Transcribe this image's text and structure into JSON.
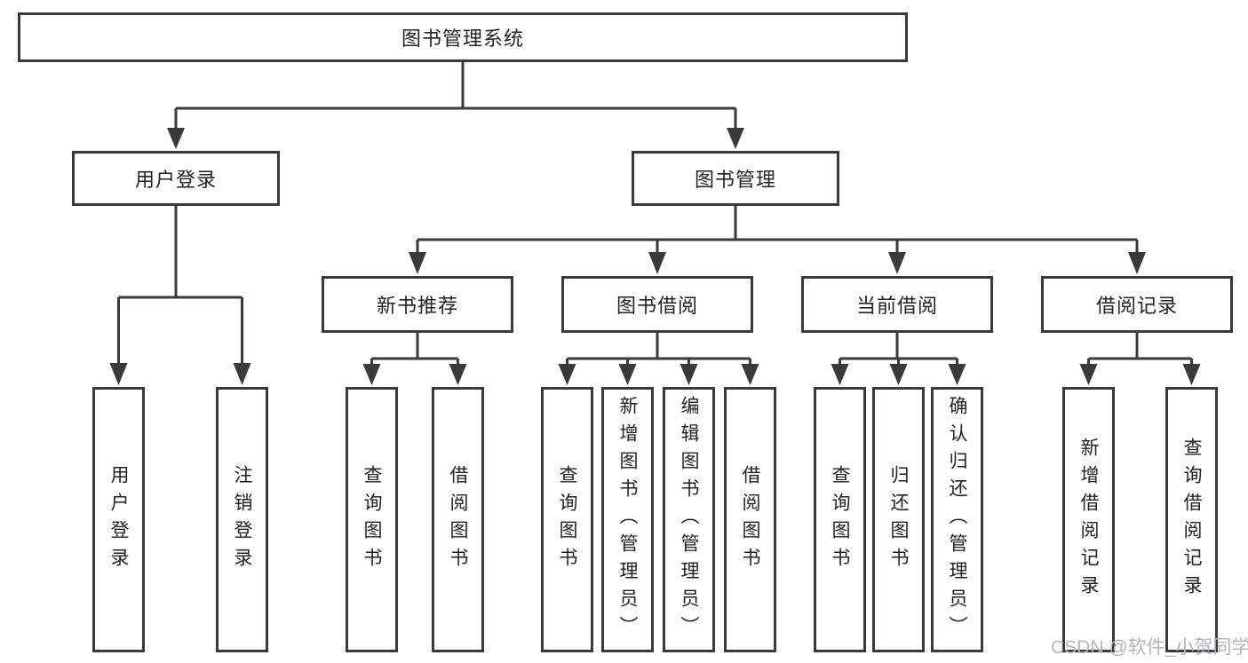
{
  "diagram": {
    "root": {
      "label": "图书管理系统"
    },
    "level2": [
      {
        "label": "用户登录"
      },
      {
        "label": "图书管理"
      }
    ],
    "level3": [
      {
        "label": "新书推荐"
      },
      {
        "label": "图书借阅"
      },
      {
        "label": "当前借阅"
      },
      {
        "label": "借阅记录"
      }
    ],
    "leaves": [
      {
        "label": "用户登录"
      },
      {
        "label": "注销登录"
      },
      {
        "label": "查询图书"
      },
      {
        "label": "借阅图书"
      },
      {
        "label": "查询图书"
      },
      {
        "label": "新增图书（管理员）"
      },
      {
        "label": "编辑图书（管理员）"
      },
      {
        "label": "借阅图书"
      },
      {
        "label": "查询图书"
      },
      {
        "label": "归还图书"
      },
      {
        "label": "确认归还（管理员）"
      },
      {
        "label": "新增借阅记录"
      },
      {
        "label": "查询借阅记录"
      }
    ],
    "watermark": "CSDN @软件_小贺同学",
    "colors": {
      "line": "#3a3a3a",
      "text": "#222222",
      "watermark": "#b2b6ba",
      "background": "#ffffff"
    }
  }
}
